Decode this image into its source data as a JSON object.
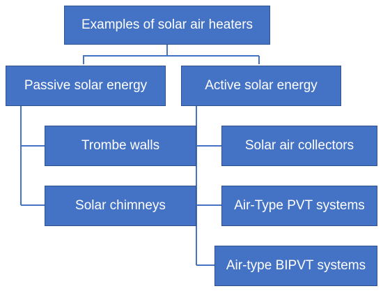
{
  "diagram": {
    "title": "Examples of solar air heaters",
    "categories": {
      "passive": "Passive solar energy",
      "active": "Active solar energy"
    },
    "passive_examples": [
      "Trombe walls",
      "Solar chimneys"
    ],
    "active_examples": [
      "Solar air collectors",
      "Air-Type PVT systems",
      "Air-type BIPVT systems"
    ],
    "colors": {
      "box_fill": "#4472c4",
      "box_border": "#2f528f",
      "connector": "#4472c4",
      "text": "#ffffff"
    }
  }
}
